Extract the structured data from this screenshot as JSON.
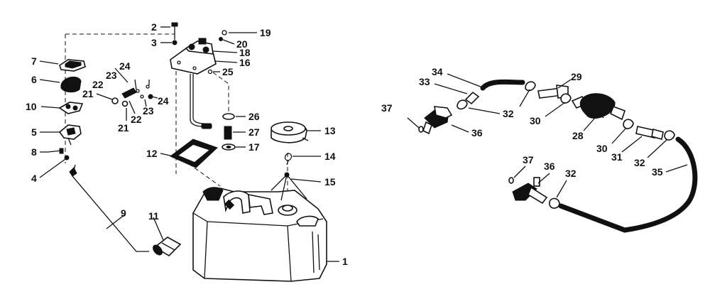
{
  "callouts": {
    "c1": "1",
    "c2": "2",
    "c3": "3",
    "c4": "4",
    "c5": "5",
    "c6": "6",
    "c7": "7",
    "c8": "8",
    "c9": "9",
    "c10": "10",
    "c11": "11",
    "c12": "12",
    "c13": "13",
    "c14": "14",
    "c15": "15",
    "c16": "16",
    "c17": "17",
    "c18": "18",
    "c19": "19",
    "c20": "20",
    "c21a": "21",
    "c21b": "21",
    "c22a": "22",
    "c22b": "22",
    "c23a": "23",
    "c23b": "23",
    "c24a": "24",
    "c24b": "24",
    "c25": "25",
    "c26": "26",
    "c27": "27",
    "c28": "28",
    "c29": "29",
    "c30a": "30",
    "c30b": "30",
    "c31": "31",
    "c32a": "32",
    "c32b": "32",
    "c32c": "32",
    "c33": "33",
    "c34": "34",
    "c35": "35",
    "c36a": "36",
    "c36b": "36",
    "c37a": "37",
    "c37b": "37"
  }
}
